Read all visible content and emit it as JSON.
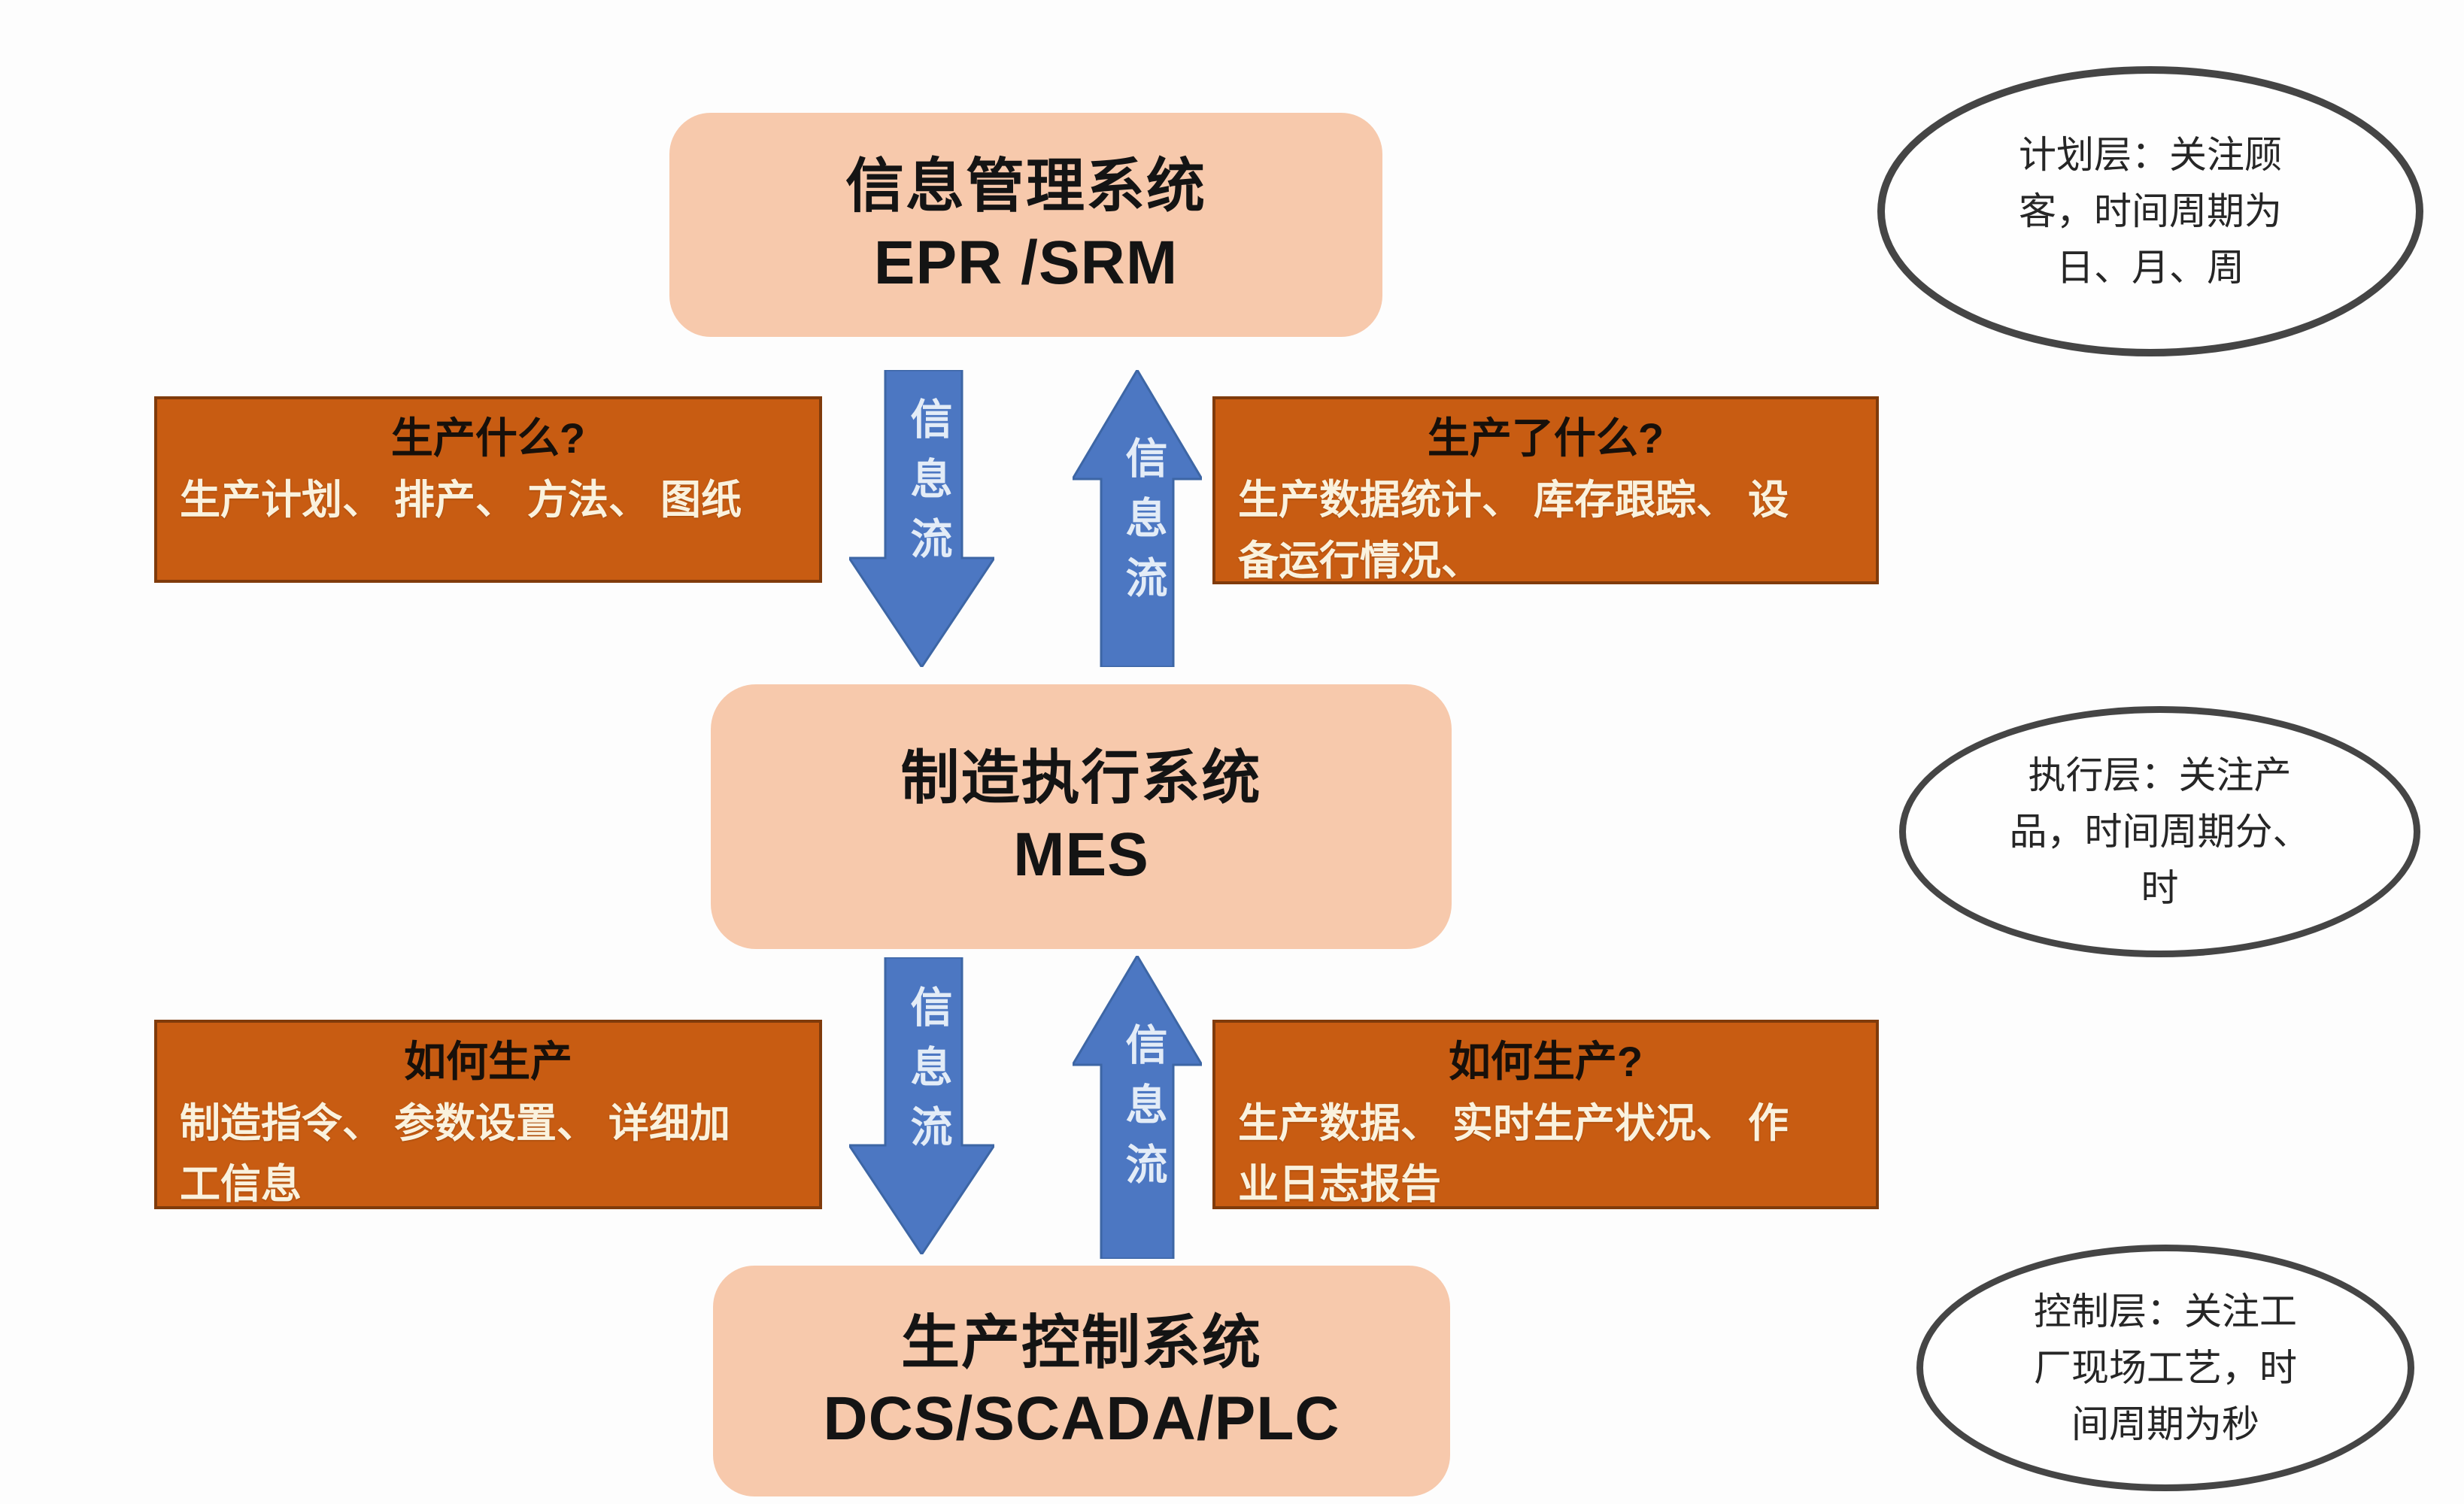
{
  "diagram_title": "MES manufacturing system hierarchy",
  "colors": {
    "background": "#FDFDFD",
    "system_box_fill": "#F7C9AC",
    "info_panel_fill": "#C85C12",
    "arrow_fill": "#4C77C2",
    "arrow_border": "#3D66A5",
    "ellipse_border": "#454545",
    "panel_title_text": "#17100A",
    "panel_body_text": "#FAF2DE",
    "dark_text": "#141414"
  },
  "boxes": {
    "erp": {
      "title": "信息管理系统",
      "subtitle": "EPR /SRM"
    },
    "mes": {
      "title": "制造执行系统",
      "subtitle": "MES"
    },
    "control": {
      "title": "生产控制系统",
      "subtitle": "DCS/SCADA/PLC"
    }
  },
  "ellipses": {
    "plan": "计划层：关注顾\n客，时间周期为\n日、月、周",
    "exec": "执行层：关注产\n品，时间周期分、\n时",
    "control": "控制层：关注工\n厂现场工艺，时\n间周期为秒"
  },
  "info_panels": {
    "what_to_produce": {
      "title": "生产什么?",
      "body": "生产计划、 排产、 方法、 图纸"
    },
    "what_produced": {
      "title": "生产了什么?",
      "body": "生产数据统计、 库存跟踪、 设\n备运行情况、"
    },
    "how_to_produce": {
      "title": "如何生产",
      "body": "制造指令、 参数设置、 详细加\n工信息"
    },
    "how_produced": {
      "title": "如何生产?",
      "body": "生产数据、 实时生产状况、 作\n业日志报告"
    }
  },
  "arrows": {
    "label": "信息流"
  }
}
